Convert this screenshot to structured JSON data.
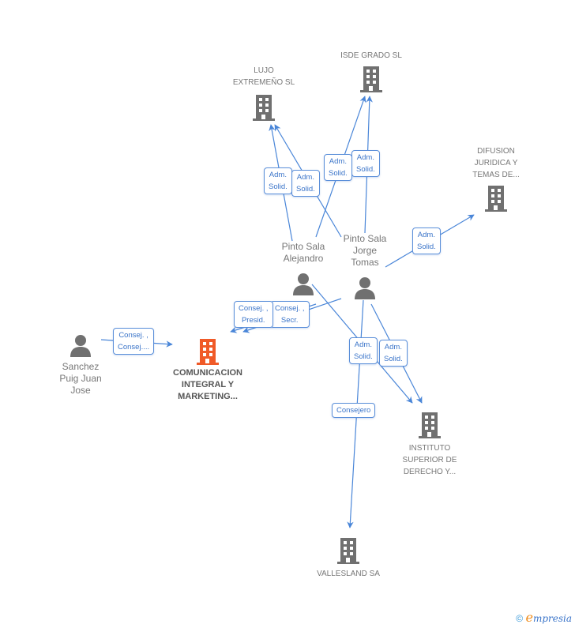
{
  "colors": {
    "edge": "#4a86d8",
    "node_gray": "#707070",
    "focus": "#f05a28",
    "label_text": "#3a74c9"
  },
  "nodes": {
    "lujo": {
      "type": "company",
      "label_lines": [
        "LUJO",
        "EXTREMEÑO SL"
      ],
      "icon": "building-icon"
    },
    "isde": {
      "type": "company",
      "label_lines": [
        "ISDE GRADO  SL"
      ],
      "icon": "building-icon"
    },
    "difusion": {
      "type": "company",
      "label_lines": [
        "DIFUSION",
        "JURIDICA Y",
        "TEMAS DE..."
      ],
      "icon": "building-icon"
    },
    "alejandro": {
      "type": "person",
      "label_lines": [
        "Pinto Sala",
        "Alejandro"
      ],
      "icon": "person-icon"
    },
    "jorge": {
      "type": "person",
      "label_lines": [
        "Pinto Sala",
        "Jorge",
        "Tomas"
      ],
      "icon": "person-icon"
    },
    "sanchez": {
      "type": "person",
      "label_lines": [
        "Sanchez",
        "Puig Juan",
        "Jose"
      ],
      "icon": "person-icon"
    },
    "comunicacion": {
      "type": "focus-company",
      "label_lines": [
        "COMUNICACION",
        "INTEGRAL Y",
        "MARKETING..."
      ],
      "icon": "building-icon"
    },
    "instituto": {
      "type": "company",
      "label_lines": [
        "INSTITUTO",
        "SUPERIOR DE",
        "DERECHO Y..."
      ],
      "icon": "building-icon"
    },
    "vallesland": {
      "type": "company",
      "label_lines": [
        "VALLESLAND SA"
      ],
      "icon": "building-icon"
    }
  },
  "relations": [
    {
      "id": "r1",
      "lines": [
        "Adm.",
        "Solid."
      ],
      "from": "alejandro",
      "to": "lujo"
    },
    {
      "id": "r2",
      "lines": [
        "Adm.",
        "Solid."
      ],
      "from": "jorge",
      "to": "lujo"
    },
    {
      "id": "r3",
      "lines": [
        "Adm.",
        "Solid."
      ],
      "from": "alejandro",
      "to": "isde"
    },
    {
      "id": "r4",
      "lines": [
        "Adm.",
        "Solid."
      ],
      "from": "jorge",
      "to": "isde"
    },
    {
      "id": "r5",
      "lines": [
        "Adm.",
        "Solid."
      ],
      "from": "jorge",
      "to": "difusion"
    },
    {
      "id": "r6",
      "lines": [
        "Consej. ,",
        "Presid."
      ],
      "from": "jorge",
      "to": "comunicacion"
    },
    {
      "id": "r7",
      "lines": [
        "Consej. ,",
        "Secr."
      ],
      "from": "alejandro",
      "to": "comunicacion"
    },
    {
      "id": "r8",
      "lines": [
        "Consej. ,",
        "Consej...."
      ],
      "from": "sanchez",
      "to": "comunicacion"
    },
    {
      "id": "r9",
      "lines": [
        "Adm.",
        "Solid."
      ],
      "from": "alejandro",
      "to": "instituto"
    },
    {
      "id": "r10",
      "lines": [
        "Adm.",
        "Solid."
      ],
      "from": "jorge",
      "to": "instituto"
    },
    {
      "id": "r11",
      "lines": [
        "Consejero"
      ],
      "from": "jorge",
      "to": "vallesland"
    }
  ],
  "footer": {
    "copyright": "©",
    "brand_initial": "e",
    "brand_rest": "mpresia"
  }
}
